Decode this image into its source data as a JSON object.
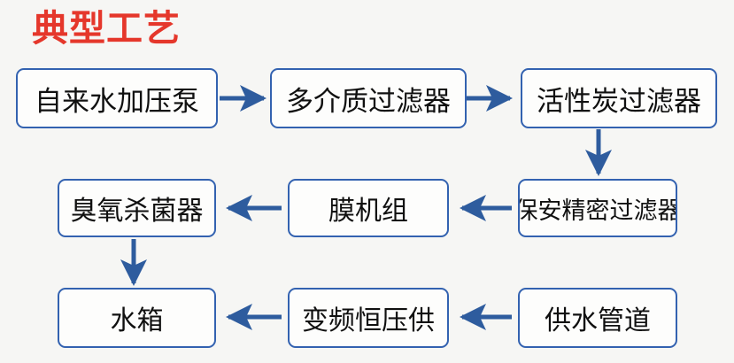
{
  "diagram": {
    "title": "典型工艺",
    "title_color": "#e5372b",
    "background_color": "#f6f6f4",
    "box_border_color": "#3362b0",
    "box_fill_color": "#fdfdfc",
    "arrow_color": "#2e5c9e",
    "nodes": [
      {
        "id": "n1",
        "label": "自来水加压泵",
        "row": 1,
        "col": 1
      },
      {
        "id": "n2",
        "label": "多介质过滤器",
        "row": 1,
        "col": 2
      },
      {
        "id": "n3",
        "label": "活性炭过滤器",
        "row": 1,
        "col": 3
      },
      {
        "id": "n4",
        "label": "保安精密过滤器",
        "row": 2,
        "col": 3
      },
      {
        "id": "n5",
        "label": "膜机组",
        "row": 2,
        "col": 2
      },
      {
        "id": "n6",
        "label": "臭氧杀菌器",
        "row": 2,
        "col": 1
      },
      {
        "id": "n7",
        "label": "水箱",
        "row": 3,
        "col": 1
      },
      {
        "id": "n8",
        "label": "变频恒压供",
        "row": 3,
        "col": 2
      },
      {
        "id": "n9",
        "label": "供水管道",
        "row": 3,
        "col": 3
      }
    ],
    "arrows": [
      {
        "id": "a1",
        "from": "n1",
        "to": "n2",
        "direction": "right"
      },
      {
        "id": "a2",
        "from": "n2",
        "to": "n3",
        "direction": "right"
      },
      {
        "id": "a3",
        "from": "n3",
        "to": "n4",
        "direction": "down"
      },
      {
        "id": "a4",
        "from": "n4",
        "to": "n5",
        "direction": "left"
      },
      {
        "id": "a5",
        "from": "n5",
        "to": "n6",
        "direction": "left"
      },
      {
        "id": "a6",
        "from": "n6",
        "to": "n7",
        "direction": "down"
      },
      {
        "id": "a7",
        "from": "n9",
        "to": "n8",
        "direction": "left"
      },
      {
        "id": "a8",
        "from": "n8",
        "to": "n7",
        "direction": "left"
      }
    ]
  }
}
